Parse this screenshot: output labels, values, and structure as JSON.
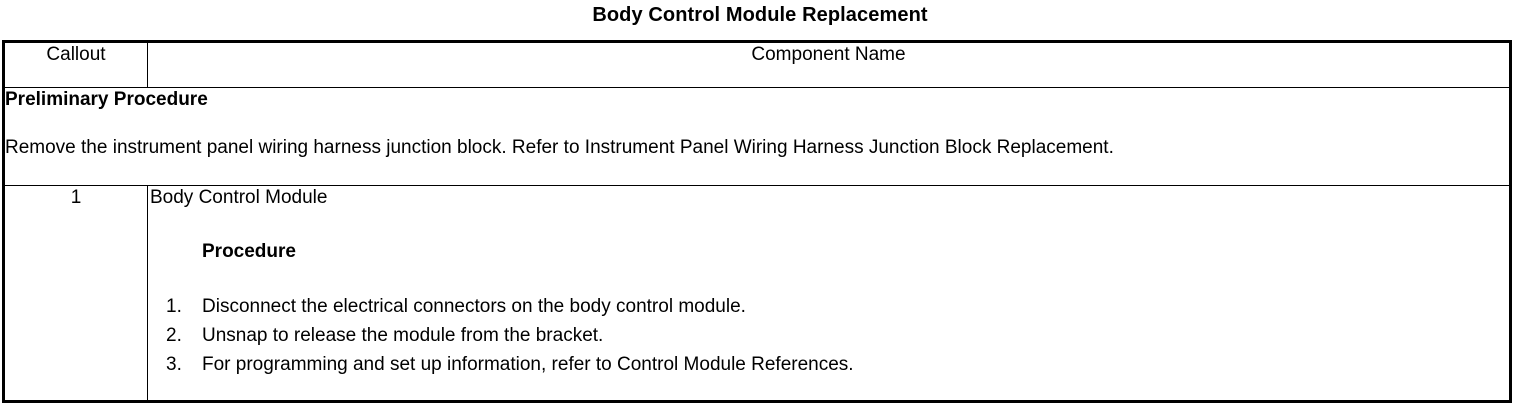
{
  "document": {
    "title": "Body Control Module Replacement"
  },
  "table": {
    "headers": {
      "callout": "Callout",
      "component_name": "Component Name"
    },
    "preliminary": {
      "heading": "Preliminary Procedure",
      "text": "Remove the instrument panel wiring harness junction block. Refer to Instrument Panel Wiring Harness Junction Block Replacement."
    },
    "rows": [
      {
        "callout": "1",
        "component_name": "Body Control Module",
        "procedure_heading": "Procedure",
        "steps": [
          {
            "num": "1.",
            "text": "Disconnect the electrical connectors on the body control module."
          },
          {
            "num": "2.",
            "text": "Unsnap to release the module from the bracket."
          },
          {
            "num": "3.",
            "text": "For programming and set up information, refer to Control Module References."
          }
        ]
      }
    ]
  },
  "colors": {
    "text": "#000000",
    "background": "#ffffff",
    "border": "#000000"
  }
}
